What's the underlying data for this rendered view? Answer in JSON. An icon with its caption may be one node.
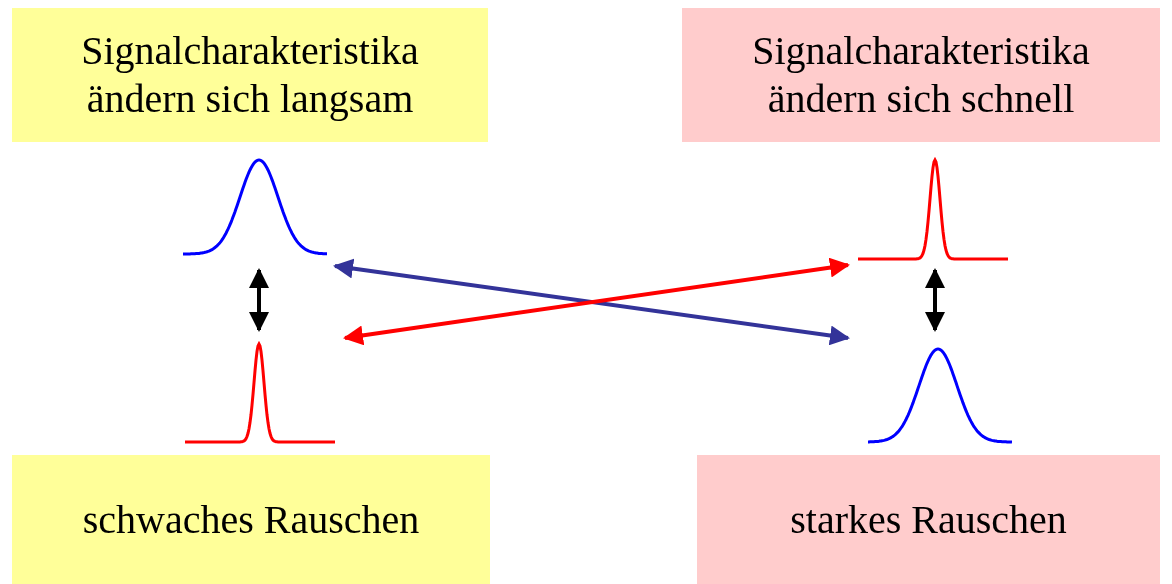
{
  "diagram": {
    "nodes": [
      {
        "text": [
          "Signalcharakteristika ändern sich langsam"
        ]
      },
      {
        "text": [
          "Signalcharakteristika ändern sich schnell"
        ]
      },
      {
        "text": [],
        "shape": "curve"
      },
      {
        "text": [],
        "shape": "curve"
      },
      {
        "text": [],
        "shape": "curve"
      },
      {
        "text": [],
        "shape": "curve"
      },
      {
        "text": [
          "schwaches Rauschen"
        ]
      },
      {
        "text": [
          "starkes Rauschen"
        ]
      }
    ],
    "edges": [
      {
        "from": 2,
        "to": 4,
        "arrow": "both"
      },
      {
        "from": 3,
        "to": 5,
        "arrow": "both"
      },
      {
        "from": 2,
        "to": 5,
        "arrow": "both",
        "color": "#333399"
      },
      {
        "from": 4,
        "to": 3,
        "arrow": "both",
        "color": "#ff0000"
      }
    ]
  }
}
